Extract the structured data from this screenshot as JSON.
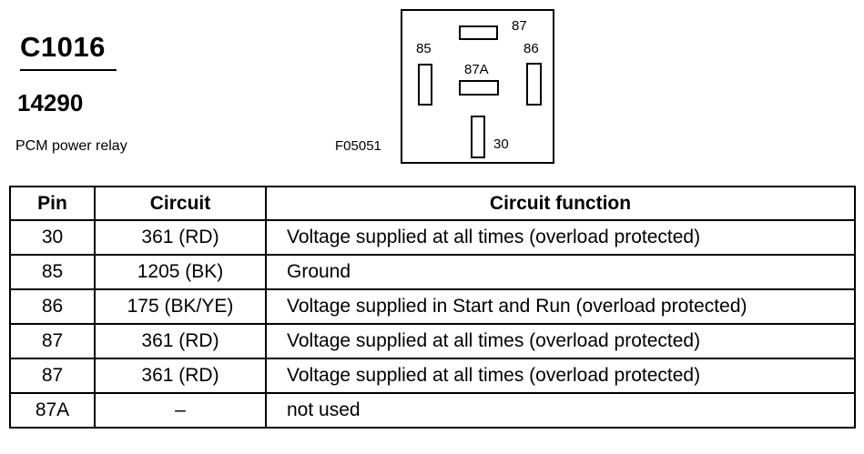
{
  "header": {
    "connector_id": "C1016",
    "part_number": "14290",
    "description": "PCM power relay",
    "figure_id": "F05051"
  },
  "relay_diagram": {
    "terminals": [
      {
        "label": "87"
      },
      {
        "label": "85"
      },
      {
        "label": "86"
      },
      {
        "label": "87A"
      },
      {
        "label": "30"
      }
    ]
  },
  "table": {
    "columns": [
      "Pin",
      "Circuit",
      "Circuit function"
    ],
    "rows": [
      {
        "pin": "30",
        "circuit": "361 (RD)",
        "function": "Voltage supplied at all times (overload protected)"
      },
      {
        "pin": "85",
        "circuit": "1205 (BK)",
        "function": "Ground"
      },
      {
        "pin": "86",
        "circuit": "175 (BK/YE)",
        "function": "Voltage supplied in Start and Run (overload protected)"
      },
      {
        "pin": "87",
        "circuit": "361 (RD)",
        "function": "Voltage supplied at all times (overload protected)"
      },
      {
        "pin": "87",
        "circuit": "361 (RD)",
        "function": "Voltage supplied at all times (overload protected)"
      },
      {
        "pin": "87A",
        "circuit": "–",
        "function": "not used"
      }
    ]
  }
}
